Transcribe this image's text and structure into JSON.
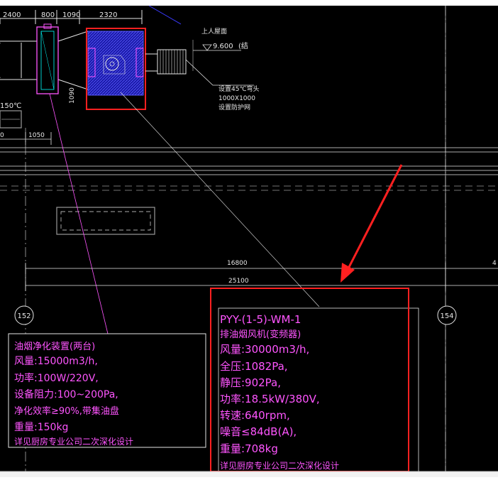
{
  "colors": {
    "background": "#000000",
    "white_lines": "#e6e6e6",
    "magenta": "#ff55ff",
    "cyan": "#00ffff",
    "blue_hatch": "#2b2bff",
    "red_markup": "#ff2020",
    "yellow": "#ffff55",
    "gray": "#808080"
  },
  "dimensions": {
    "d2400": "2400",
    "d800": "800",
    "d1090": "1090",
    "d2320": "2320",
    "d1090v": "1090",
    "d1050": "1050",
    "d16800": "16800",
    "d25100": "25100",
    "d0": "0",
    "d4": "4"
  },
  "annotations": {
    "roof_label": "上人屋面",
    "elevation": "9.600",
    "elevation_tail": "(结",
    "temp_label": "150℃",
    "louver_1": "设置45℃弯头",
    "louver_2": "1000X1000",
    "louver_3": "设置防护网"
  },
  "axes": {
    "axis_left": "152",
    "axis_right": "154"
  },
  "purifier_note": {
    "title": "油烟净化装置(两台)",
    "airflow": "风量:15000m3/h,",
    "power": "功率:100W/220V,",
    "resistance": "设备阻力:100~200Pa,",
    "efficiency": "净化效率≥90%,带集油盘",
    "weight": "重量:150kg",
    "remark": "详见厨房专业公司二次深化设计"
  },
  "fan_note": {
    "code": "PYY-(1-5)-WM-1",
    "title": "排油烟风机(变频器)",
    "airflow": "风量:30000m3/h,",
    "total_pressure": "全压:1082Pa,",
    "static_pressure": "静压:902Pa,",
    "power": "功率:18.5kW/380V,",
    "speed": "转速:640rpm,",
    "noise": "噪音≤84dB(A),",
    "weight": "重量:708kg",
    "remark": "详见厨房专业公司二次深化设计"
  }
}
